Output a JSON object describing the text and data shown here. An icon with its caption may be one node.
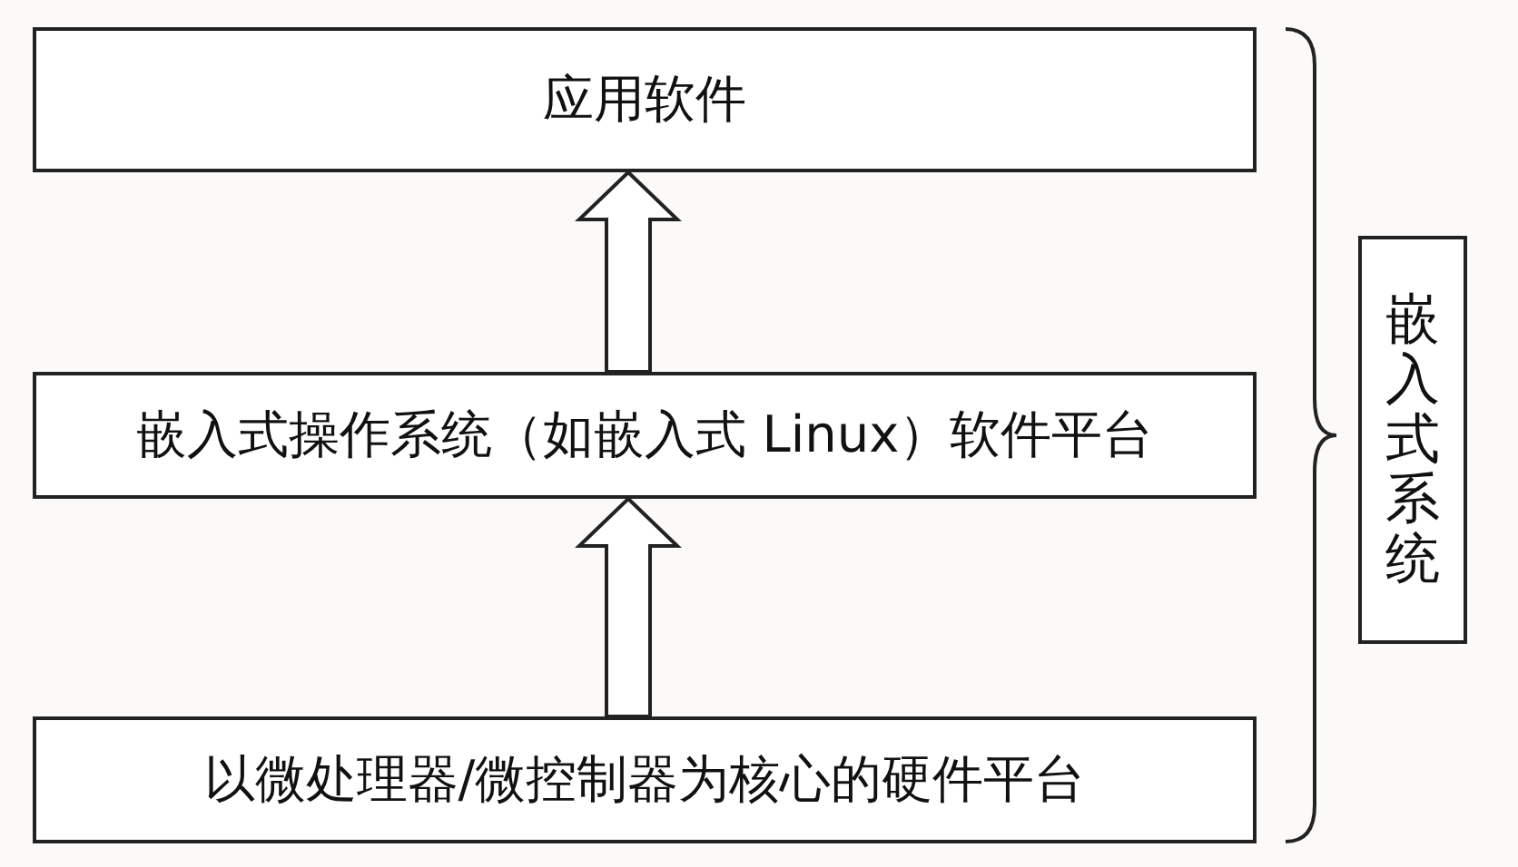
{
  "diagram": {
    "nodes": [
      {
        "text": [
          "应用软件"
        ]
      },
      {
        "text": [
          "嵌入式操作系统（如嵌入式 Linux）软件平台"
        ]
      },
      {
        "text": [
          "以微处理器/微控制器为核心的硬件平台"
        ]
      },
      {
        "text": [
          "嵌入式系统"
        ]
      }
    ],
    "edges": [
      {
        "from": 2,
        "to": 1,
        "arrow": "to"
      },
      {
        "from": 1,
        "to": 0,
        "arrow": "to"
      }
    ]
  }
}
